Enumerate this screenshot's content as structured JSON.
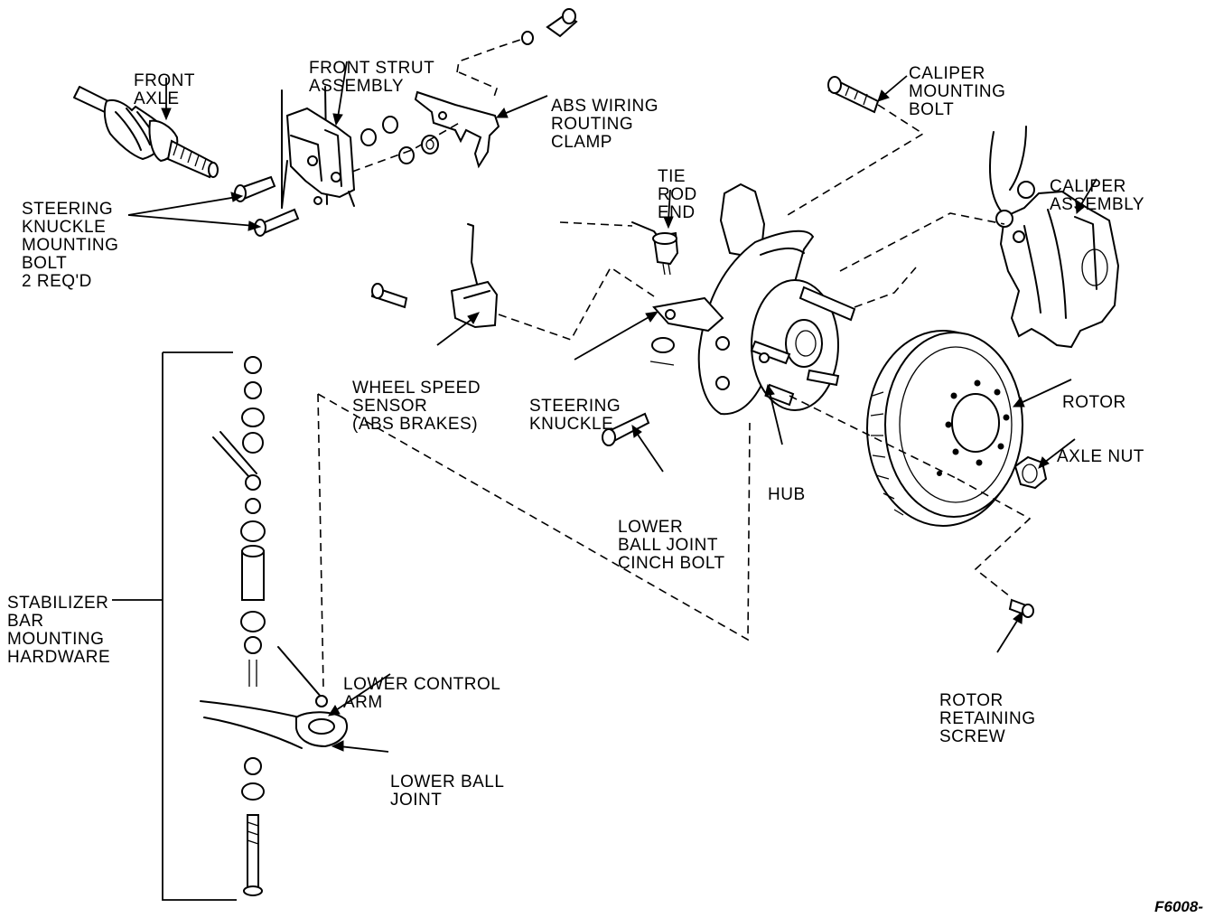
{
  "labels": {
    "front_axle": [
      "FRONT",
      "AXLE"
    ],
    "front_strut_assembly": [
      "FRONT STRUT",
      "ASSEMBLY"
    ],
    "abs_wiring_routing_clamp": [
      "ABS WIRING",
      "ROUTING",
      "CLAMP"
    ],
    "caliper_mounting_bolt": [
      "CALIPER",
      "MOUNTING",
      "BOLT"
    ],
    "caliper_assembly": [
      "CALIPER",
      "ASSEMBLY"
    ],
    "steering_knuckle_mounting_bolt": [
      "STEERING",
      "KNUCKLE",
      "MOUNTING",
      "BOLT",
      "2 REQ'D"
    ],
    "tie_rod_end": [
      "TIE",
      "ROD",
      "END"
    ],
    "wheel_speed_sensor": [
      "WHEEL SPEED",
      "SENSOR",
      "(ABS BRAKES)"
    ],
    "steering_knuckle": [
      "STEERING",
      "KNUCKLE"
    ],
    "rotor": [
      "ROTOR"
    ],
    "axle_nut": [
      "AXLE NUT"
    ],
    "hub": [
      "HUB"
    ],
    "lower_ball_joint_cinch_bolt": [
      "LOWER",
      "BALL JOINT",
      "CINCH BOLT"
    ],
    "stabilizer_bar_mounting_hardware": [
      "STABILIZER",
      "BAR",
      "MOUNTING",
      "HARDWARE"
    ],
    "lower_control_arm": [
      "LOWER CONTROL",
      "ARM"
    ],
    "lower_ball_joint": [
      "LOWER BALL",
      "JOINT"
    ],
    "rotor_retaining_screw": [
      "ROTOR",
      "RETAINING",
      "SCREW"
    ]
  },
  "figure_id": "F6008-"
}
